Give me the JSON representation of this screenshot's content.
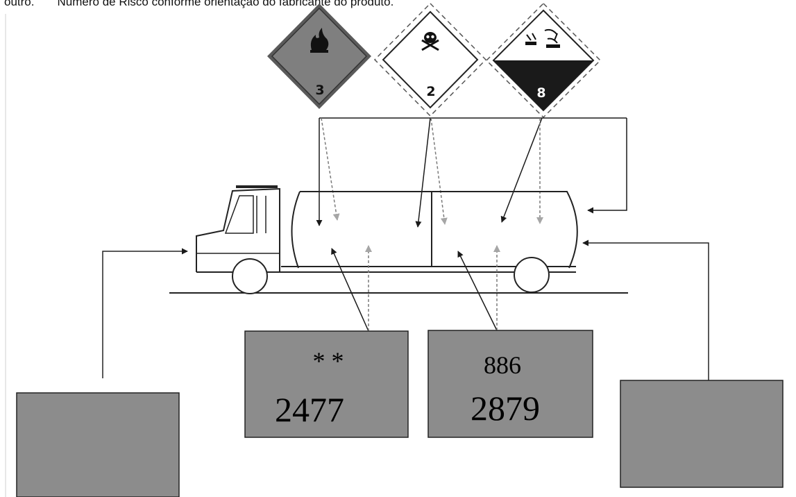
{
  "caption": "outro.       Número de Risco conforme orientação do fabricante do produto.",
  "placards": [
    {
      "icon": "flame-icon",
      "number": "3",
      "fill": "#7f7f7f"
    },
    {
      "icon": "skull-crossbones-icon",
      "number": "2",
      "fill": "#ffffff"
    },
    {
      "icon": "corrosive-icon",
      "number": "8",
      "fill": "#ffffff",
      "lower_fill": "#1a1a1a"
    }
  ],
  "panels": [
    {
      "risk_number": "* *",
      "un_number": "2477"
    },
    {
      "risk_number": "886",
      "un_number": "2879"
    }
  ],
  "colors": {
    "panel_fill": "#8c8c8c",
    "arrow_solid": "#1a1a1a",
    "arrow_dotted": "#a6a6a6"
  }
}
